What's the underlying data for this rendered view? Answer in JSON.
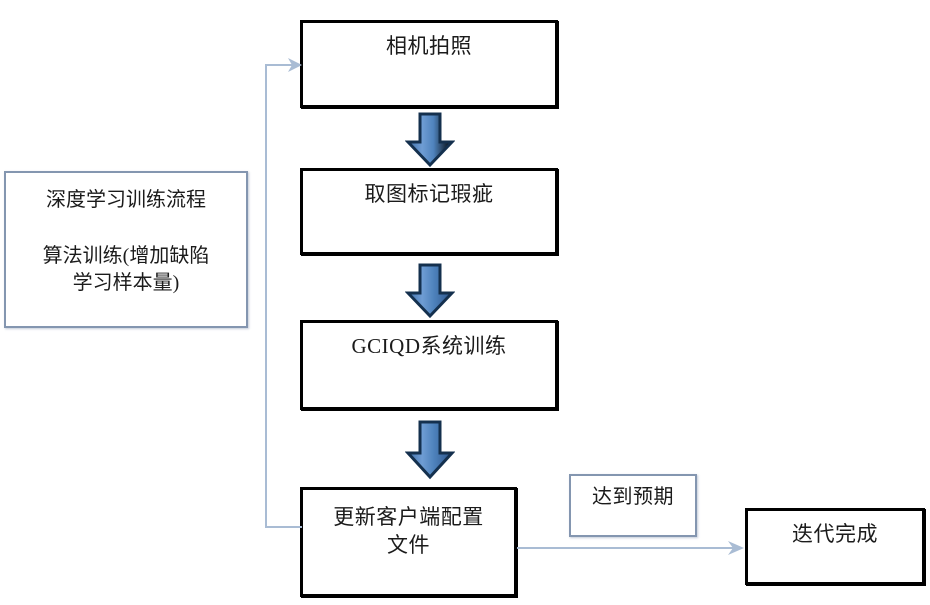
{
  "diagram": {
    "title": "深度学习训练流程",
    "colors": {
      "node_border_strong": "#000000",
      "node_border_light": "#8496b0",
      "connector": "#a9bcd4",
      "arrow_fill_light": "#5b8fc9",
      "arrow_fill_dark": "#2f5c8f",
      "arrow_outline": "#16314f",
      "background": "#ffffff"
    },
    "side_panel": {
      "heading": "深度学习训练流程",
      "body": "算法训练(增加缺陷\n学习样本量)"
    },
    "steps": [
      {
        "id": "step-camera",
        "label": "相机拍照"
      },
      {
        "id": "step-label",
        "label": "取图标记瑕疵"
      },
      {
        "id": "step-train",
        "label": "GCIQD系统训练"
      },
      {
        "id": "step-update",
        "label": "更新客户端配置\n文件"
      }
    ],
    "condition_label": "达到预期",
    "terminal": {
      "id": "node-done",
      "label": "迭代完成"
    },
    "connectors": [
      {
        "name": "camera-to-label",
        "kind": "block-arrow",
        "direction": "down"
      },
      {
        "name": "label-to-train",
        "kind": "block-arrow",
        "direction": "down"
      },
      {
        "name": "train-to-update",
        "kind": "block-arrow",
        "direction": "down"
      },
      {
        "name": "update-to-camera",
        "kind": "feedback-line",
        "direction": "up-left-loop"
      },
      {
        "name": "update-to-done",
        "kind": "line-arrow",
        "direction": "right"
      }
    ]
  }
}
